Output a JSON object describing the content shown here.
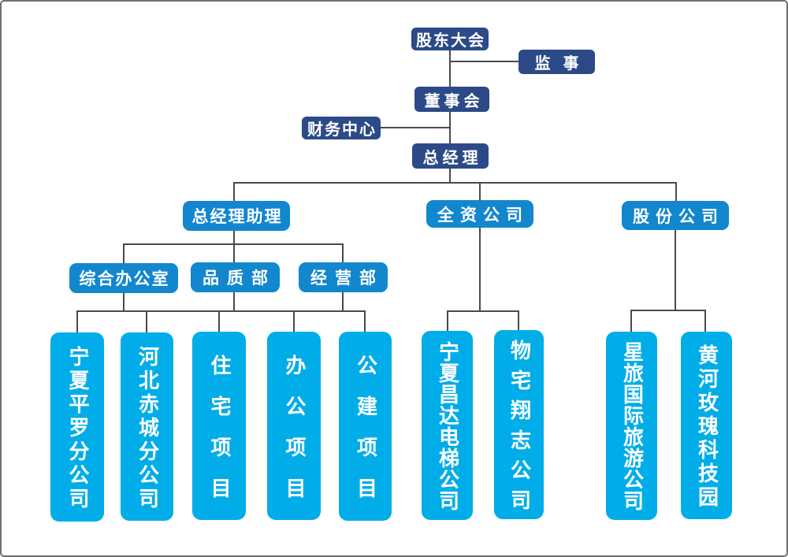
{
  "page": {
    "background": "#ffffff",
    "border_color": "#6f6f6f"
  },
  "colors": {
    "top_tier_box": "#2B4A87",
    "mid_tier_box": "#1287CE",
    "bottom_tier_box": "#00ADE8",
    "connector_line": "#4a4a4a",
    "label_text": "#ffffff"
  },
  "nodes": {
    "shareholders_meeting": {
      "label": "股东大会"
    },
    "supervisors": {
      "label": "监事"
    },
    "board_of_directors": {
      "label": "董事会"
    },
    "finance_center": {
      "label": "财务中心"
    },
    "general_manager": {
      "label": "总经理"
    },
    "gm_assistant": {
      "label": "总经理助理"
    },
    "wholly_owned_company": {
      "label": "全资公司"
    },
    "stock_company": {
      "label": "股份公司"
    },
    "general_office": {
      "label": "综合办公室"
    },
    "quality_dept": {
      "label": "品质部"
    },
    "operations_dept": {
      "label": "经营部"
    },
    "ningxia_pingluo_branch": {
      "label": "宁夏平罗分公司"
    },
    "hebei_chicheng_branch": {
      "label": "河北赤城分公司"
    },
    "residential_project": {
      "label": "住宅项目"
    },
    "office_project": {
      "label": "办公项目"
    },
    "public_building_project": {
      "label": "公建项目"
    },
    "ningxia_changda_elevator": {
      "label": "宁夏昌达电梯公司"
    },
    "wuzhai_xiangzhi_company": {
      "label": "物宅翔志公司"
    },
    "xinglv_intl_travel": {
      "label": "星旅国际旅游公司"
    },
    "huanghe_rose_tech_park": {
      "label": "黄河玫瑰科技园"
    }
  },
  "hierarchy": [
    {
      "parent": "股东大会",
      "children": [
        "监事",
        "董事会"
      ]
    },
    {
      "parent": "董事会",
      "children": [
        "财务中心",
        "总经理"
      ]
    },
    {
      "parent": "总经理",
      "children": [
        "总经理助理",
        "全资公司",
        "股份公司"
      ]
    },
    {
      "parent": "总经理助理",
      "children": [
        "综合办公室",
        "品质部",
        "经营部"
      ]
    },
    {
      "parents": [
        "综合办公室",
        "品质部",
        "经营部"
      ],
      "children": [
        "宁夏平罗分公司",
        "河北赤城分公司",
        "住宅项目",
        "办公项目",
        "公建项目"
      ]
    },
    {
      "parent": "全资公司",
      "children": [
        "宁夏昌达电梯公司",
        "物宅翔志公司"
      ]
    },
    {
      "parent": "股份公司",
      "children": [
        "星旅国际旅游公司",
        "黄河玫瑰科技园"
      ]
    }
  ]
}
